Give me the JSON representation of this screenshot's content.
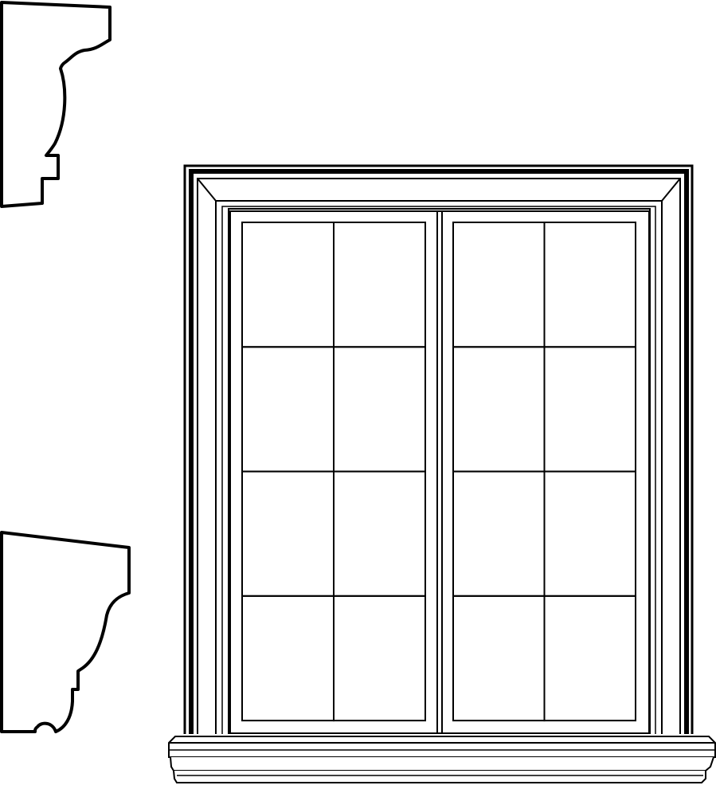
{
  "colors": {
    "line": "#000000",
    "background": "#ffffff"
  },
  "drawing": {
    "items": [
      {
        "name": "casing-molding-profile",
        "icon": "molding-profile-icon"
      },
      {
        "name": "sill-molding-profile",
        "icon": "molding-profile-icon"
      },
      {
        "name": "window-elevation",
        "icon": "window-icon"
      }
    ],
    "window": {
      "sash_count": 2,
      "rows_per_sash": 4,
      "columns_per_sash": 2
    }
  }
}
